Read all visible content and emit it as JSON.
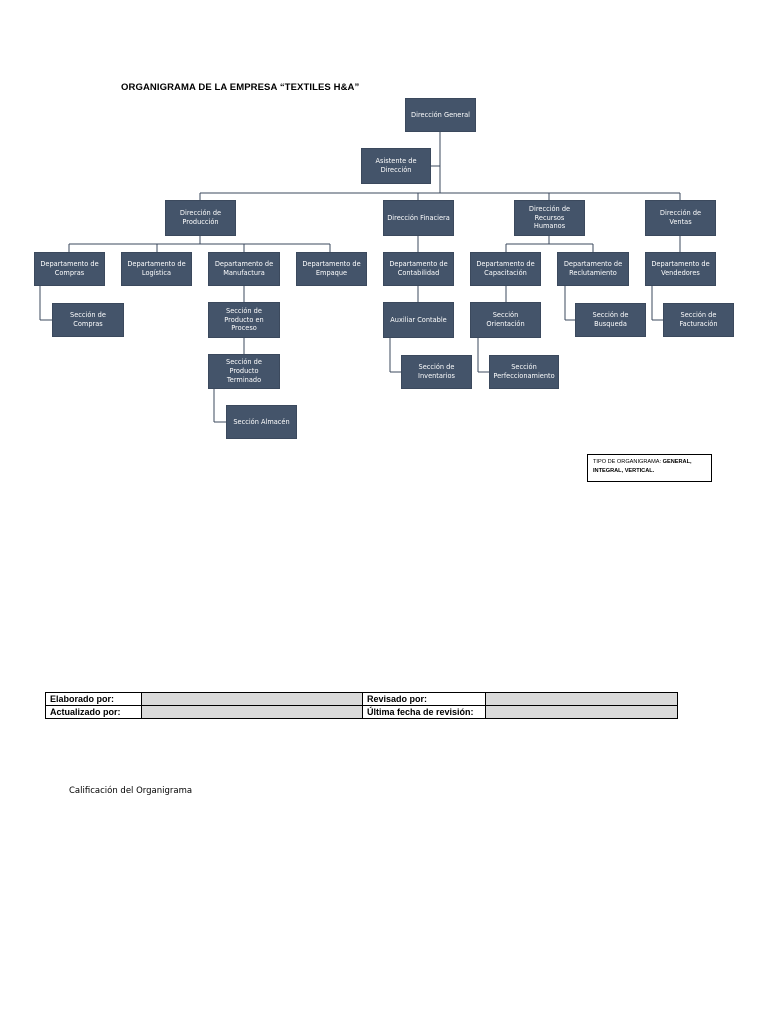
{
  "page": {
    "title": "ORGANIGRAMA DE LA EMPRESA “TEXTILES H&A”",
    "grading_label": "Calificación del Organigrama"
  },
  "org_type": {
    "label": "TIPO DE ORGANIGRAMA:",
    "value": "GENERAL, INTEGRAL, VERTICAL."
  },
  "review_table": {
    "elaborado": "Elaborado por:",
    "revisado": "Revisado por:",
    "actualizado": "Actualizado por:",
    "ultima": "Última fecha de revisión:"
  },
  "colors": {
    "box_fill": "#44546a",
    "box_text": "#ffffff",
    "connector": "#3b495d",
    "table_fill": "#dadada"
  },
  "org": {
    "direccion_general": "Dirección General",
    "asistente": "Asistente de\nDirección",
    "dir_produccion": "Dirección de\nProducción",
    "dir_financiera": "Dirección Finaciera",
    "dir_rrhh": "Dirección de\nRecursos Humanos",
    "dir_ventas": "Dirección  de\nVentas",
    "dep_compras": "Departamento de\nCompras",
    "dep_logistica": "Departamento de\nLogística",
    "dep_manufactura": "Departamento de\nManufactura",
    "dep_empaque": "Departamento de\nEmpaque",
    "dep_contabilidad": "Departamento de\nContabilidad",
    "dep_capacitacion": "Departamento de\nCapacitación",
    "dep_reclutamiento": "Departamento de\nReclutamiento",
    "dep_vendedores": "Departamento de\nVendedores",
    "sec_compras": "Sección de Compras",
    "sec_proceso": "Sección de\nProducto en\nProceso",
    "sec_terminado": "Sección de\nProducto\nTerminado",
    "sec_almacen": "Sección Almacén",
    "auxiliar_contable": "Auxiliar Contable",
    "sec_inventarios": "Sección de\nInventarios",
    "sec_orientacion": "Sección Orientación",
    "sec_perfeccionamiento": "Sección\nPerfeccionamiento",
    "sec_busqueda": "Sección de\nBusqueda",
    "sec_facturacion": "Sección de\nFacturación"
  }
}
